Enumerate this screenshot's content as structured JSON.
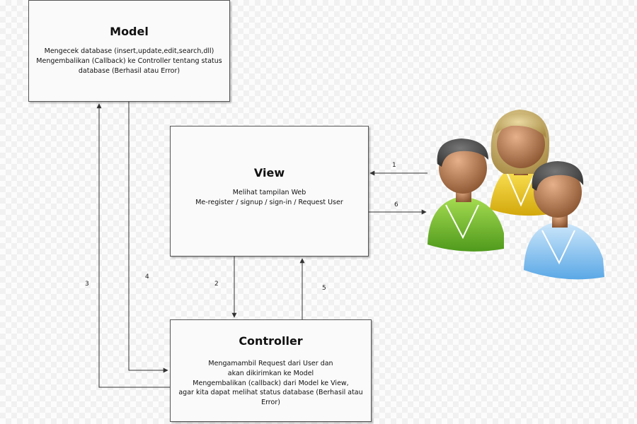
{
  "model": {
    "title": "Model",
    "lines": [
      "Mengecek database (insert,update,edit,search,dll)",
      "Mengembalikan (Callback) ke Controller tentang status",
      "database (Berhasil atau Error)"
    ]
  },
  "view": {
    "title": "View",
    "lines": [
      "Melihat tampilan Web",
      "Me-register / signup / sign-in / Request User"
    ]
  },
  "controller": {
    "title": "Controller",
    "lines": [
      "Mengamambil Request dari User dan",
      "akan dikirimkan ke Model",
      "Mengembalikan (callback) dari Model ke View,",
      "agar kita dapat melihat status database (Berhasil atau",
      "Error)"
    ]
  },
  "steps": [
    "1",
    "2",
    "3",
    "4",
    "5",
    "6"
  ],
  "users_icon": "users-group-icon",
  "colors": {
    "user_green": "#8cc63f",
    "user_yellow": "#f2d32c",
    "user_blue": "#8ec6f2"
  }
}
